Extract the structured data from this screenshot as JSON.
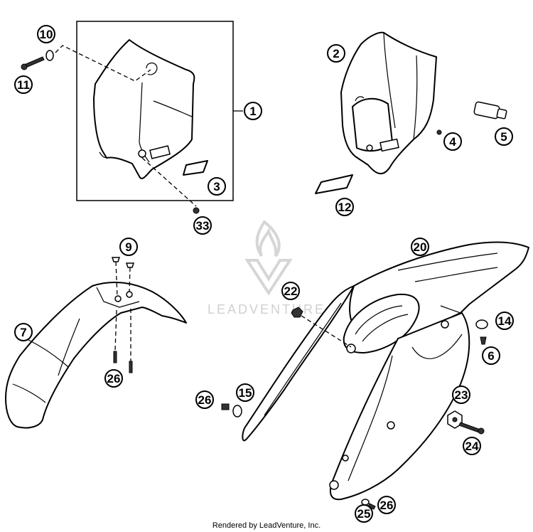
{
  "watermark": {
    "text": "LEADVENTURE"
  },
  "footer": {
    "text": "Rendered by LeadVenture, Inc."
  },
  "callouts": [
    "1",
    "2",
    "3",
    "4",
    "5",
    "6",
    "7",
    "9",
    "10",
    "11",
    "12",
    "14",
    "15",
    "20",
    "22",
    "23",
    "24",
    "25",
    "26",
    "26",
    "26",
    "33"
  ]
}
